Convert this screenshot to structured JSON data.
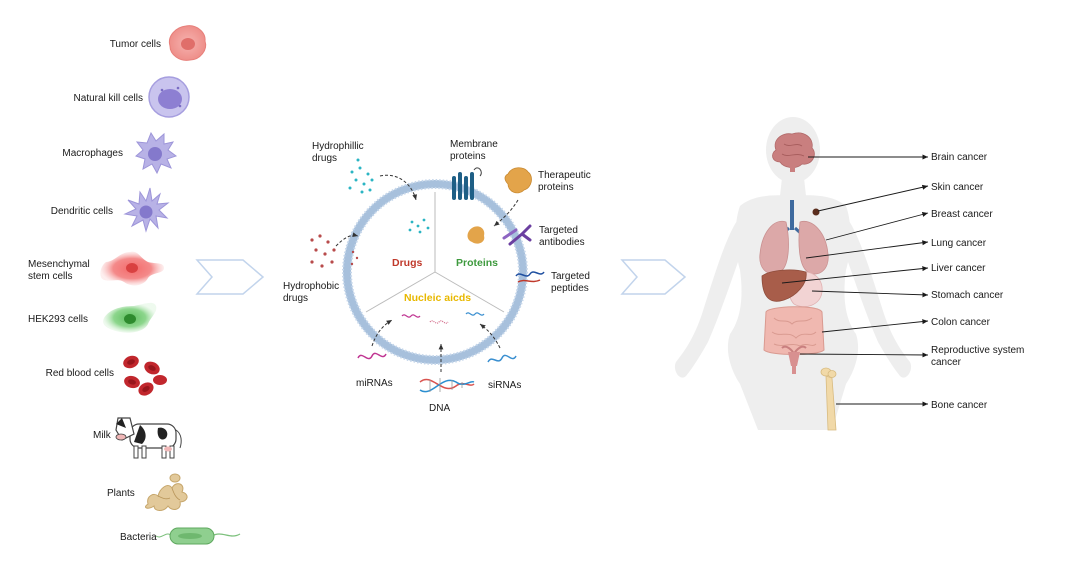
{
  "sources": {
    "items": [
      {
        "label": "Tumor cells",
        "icon": "tumor-cell-icon"
      },
      {
        "label": "Natural kill cells",
        "icon": "nk-cell-icon"
      },
      {
        "label": "Macrophages",
        "icon": "macrophage-icon"
      },
      {
        "label": "Dendritic cells",
        "icon": "dendritic-cell-icon"
      },
      {
        "label": "Mesenchymal",
        "label2": "stem cells",
        "icon": "msc-icon"
      },
      {
        "label": "HEK293 cells",
        "icon": "hek293-cell-icon"
      },
      {
        "label": "Red blood cells",
        "icon": "red-blood-cells-icon"
      },
      {
        "label": "Milk",
        "icon": "cow-icon"
      },
      {
        "label": "Plants",
        "icon": "ginger-root-icon"
      },
      {
        "label": "Bacteria",
        "icon": "bacterium-icon"
      }
    ]
  },
  "vesicle": {
    "sectors": {
      "drugs": "Drugs",
      "proteins": "Proteins",
      "nucleic": "Nucleic aicds"
    },
    "cargo": {
      "hydrophilic": [
        "Hydrophillic",
        "drugs"
      ],
      "hydrophobic": [
        "Hydrophobic",
        "drugs"
      ],
      "membrane": [
        "Membrane",
        "proteins"
      ],
      "therapeutic": [
        "Therapeutic",
        "proteins"
      ],
      "antibodies": [
        "Targeted",
        "antibodies"
      ],
      "peptides": [
        "Targeted",
        "peptides"
      ],
      "mirna": "miRNAs",
      "dna": "DNA",
      "sirna": "siRNAs"
    }
  },
  "cancers": {
    "items": [
      {
        "label": "Brain cancer"
      },
      {
        "label": "Skin cancer"
      },
      {
        "label": "Breast cancer"
      },
      {
        "label": "Lung cancer"
      },
      {
        "label": "Liver cancer"
      },
      {
        "label": "Stomach cancer"
      },
      {
        "label": "Colon cancer"
      },
      {
        "label": "Reproductive system",
        "label2": "cancer"
      },
      {
        "label": "Bone cancer"
      }
    ]
  },
  "colors": {
    "drugs": "#c0392b",
    "proteins": "#3e9a3e",
    "nucleic": "#e8b800",
    "membrane": "#9fb9d6",
    "arrow": "#c9d9ef"
  }
}
